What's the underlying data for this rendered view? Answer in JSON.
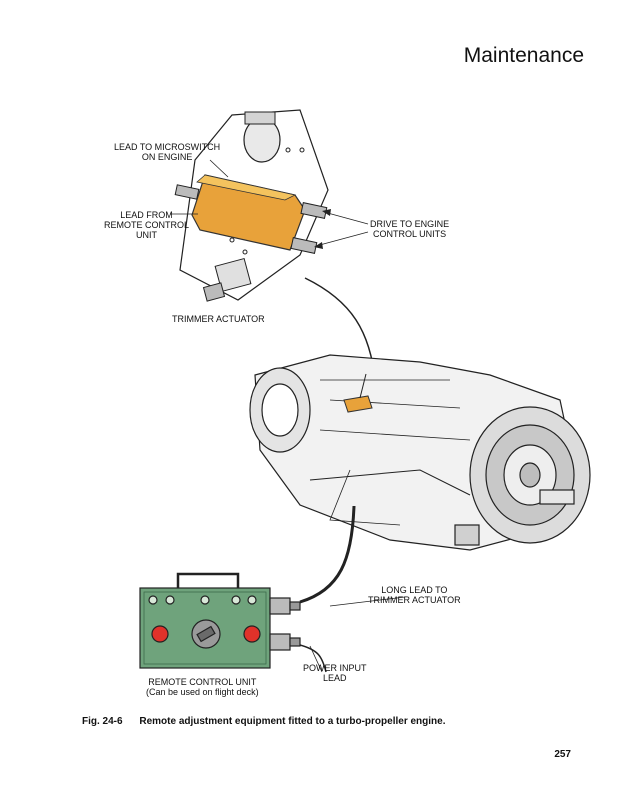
{
  "header": {
    "title": "Maintenance"
  },
  "labels": {
    "lead_microswitch": [
      "LEAD TO MICROSWITCH",
      "ON ENGINE"
    ],
    "lead_remote": [
      "LEAD FROM",
      "REMOTE CONTROL",
      "UNIT"
    ],
    "drive_engine": [
      "DRIVE TO ENGINE",
      "CONTROL UNITS"
    ],
    "trimmer": "TRIMMER ACTUATOR",
    "long_lead": [
      "LONG LEAD TO",
      "TRIMMER ACTUATOR"
    ],
    "power_input": [
      "POWER INPUT",
      "LEAD"
    ],
    "remote_unit": [
      "REMOTE CONTROL UNIT",
      "(Can be used on flight deck)"
    ]
  },
  "caption": {
    "number": "Fig. 24-6",
    "text": "Remote adjustment equipment fitted to a turbo-propeller engine."
  },
  "page_number": "257",
  "colors": {
    "actuator_box": "#e8a23a",
    "lamp": "#e0322a",
    "panel": "#6fa37c"
  }
}
